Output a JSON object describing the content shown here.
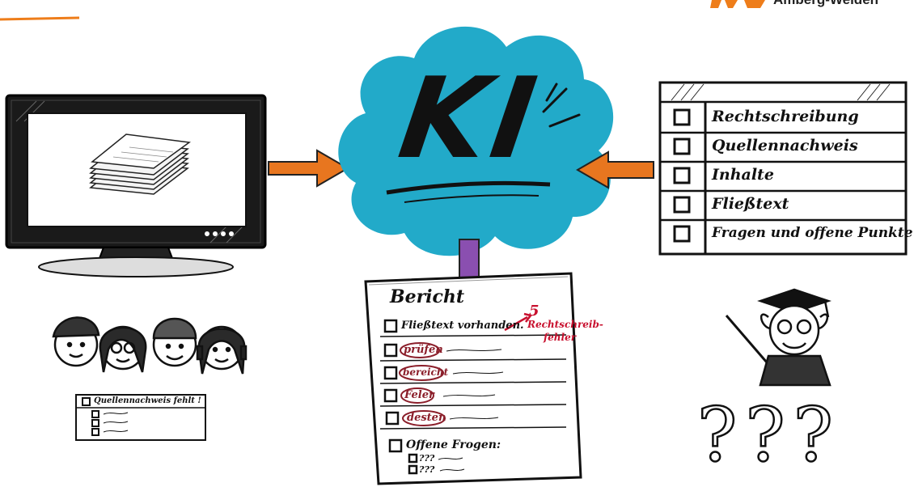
{
  "logo": {
    "text": "Amberg-Weiden",
    "accent": "#ee7d1a"
  },
  "cloud": {
    "label": "KI",
    "color": "#22aac9"
  },
  "checklist": {
    "items": [
      "Rechtschreibung",
      "Quellennachweis",
      "Inhalte",
      "Fließtext",
      "Fragen und offene Punkte"
    ]
  },
  "report": {
    "title": "Bericht",
    "lines": [
      "Fließtext vorhanden.",
      "prüfen",
      "bereicht",
      "Feler",
      "desten"
    ],
    "annotation_number": "5",
    "annotation_text_1": "Rechtschreib-",
    "annotation_text_2": "fehler",
    "open_questions_label": "Offene Frogen:",
    "question_marks": [
      "???",
      "???"
    ]
  },
  "students_note": {
    "label": "Quellennachweis fehlt !"
  },
  "question_marks": "???",
  "colors": {
    "arrow_orange": "#e8761f",
    "arrow_purple": "#8a4fb0",
    "annotation_red": "#c8102e"
  }
}
